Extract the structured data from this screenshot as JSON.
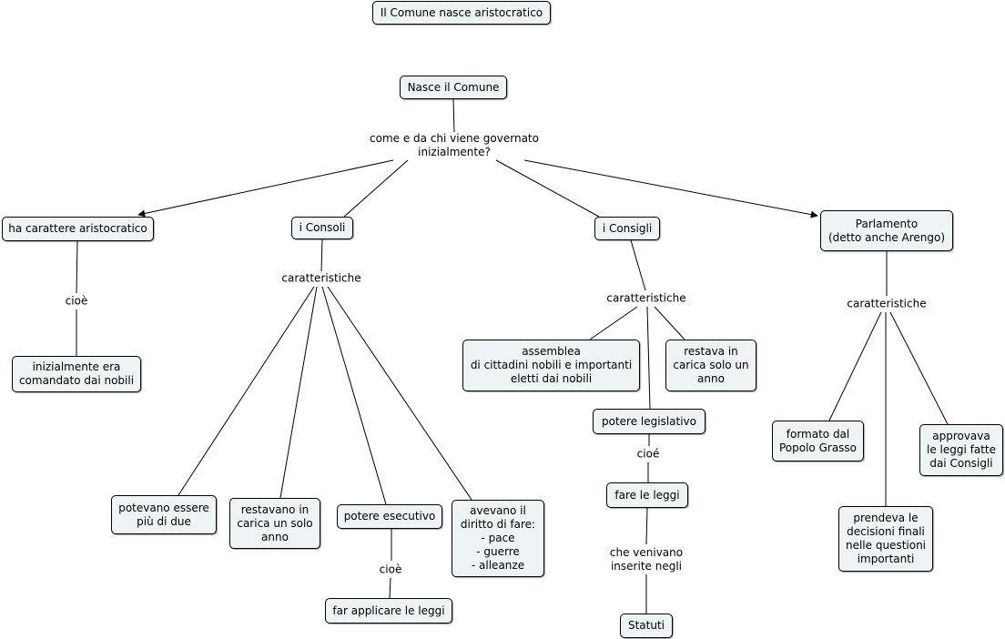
{
  "title": "Il Comune nasce aristocratico",
  "nodes": {
    "root": "Nasce il Comune",
    "aristocratico": "ha carattere aristocratico",
    "nobili": "inizialmente era\ncomandato dai nobili",
    "consoli": "i Consoli",
    "piu_di_due": "potevano essere\npiù di due",
    "un_anno_consoli": "restavano in\ncarica un solo\nanno",
    "esecutivo": "potere esecutivo",
    "applicare": "far applicare le leggi",
    "diritto": "avevano il\ndiritto di fare:\n- pace\n- guerre\n- alleanze",
    "consigli": "i Consigli",
    "assemblea": "assemblea\ndi cittadini nobili e importanti\neletti dai nobili",
    "un_anno_consigli": "restava in\ncarica solo un\nanno",
    "legislativo": "potere legislativo",
    "fare_leggi": "fare le leggi",
    "statuti": "Statuti",
    "parlamento": "Parlamento\n(detto anche Arengo)",
    "popolo_grasso": "formato dal\nPopolo Grasso",
    "decisioni": "prendeva le\ndecisioni finali\nnelle questioni\nimportanti",
    "approvava": "approvava\nle leggi fatte\ndai Consigli"
  },
  "links": {
    "governato": "come e da chi viene governato\ninizialmente?",
    "cioe_nobili": "cioè",
    "car_consoli": "caratteristiche",
    "cioe_esecutivo": "cioè",
    "car_consigli": "caratteristiche",
    "cioe_legislativo": "cioé",
    "inserite": "che venivano\ninserite negli",
    "car_parlamento": "caratteristiche"
  }
}
